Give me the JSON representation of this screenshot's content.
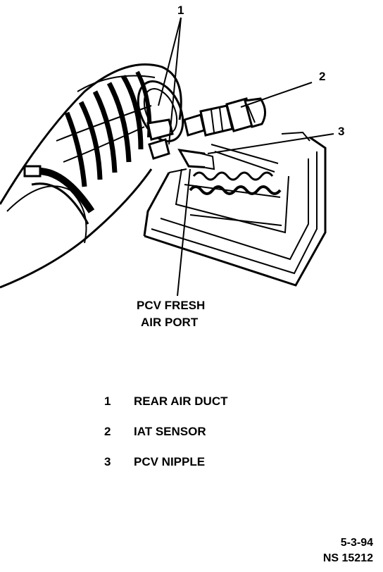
{
  "callouts": [
    "1",
    "2",
    "3"
  ],
  "port_label": {
    "line1": "PCV FRESH",
    "line2": "AIR PORT"
  },
  "legend": [
    {
      "num": "1",
      "text": "REAR AIR DUCT"
    },
    {
      "num": "2",
      "text": "IAT SENSOR"
    },
    {
      "num": "3",
      "text": "PCV NIPPLE"
    }
  ],
  "footer": {
    "date": "5-3-94",
    "code": "NS 15212"
  }
}
